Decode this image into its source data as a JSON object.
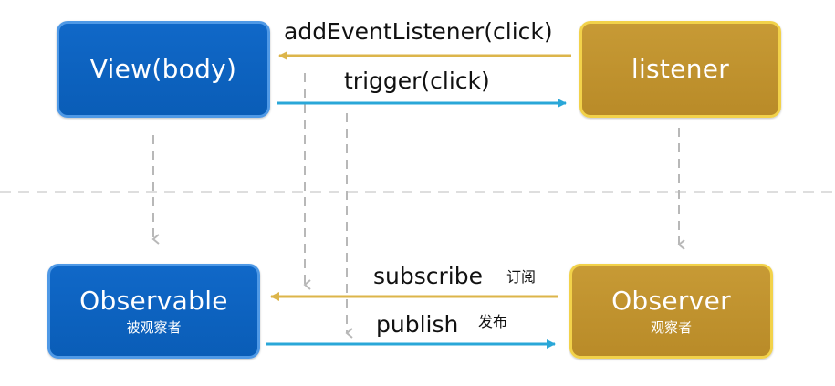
{
  "boxes": {
    "view": {
      "title": "View(body)"
    },
    "listener": {
      "title": "listener"
    },
    "observable": {
      "title": "Observable",
      "subtitle": "被观察者"
    },
    "observer": {
      "title": "Observer",
      "subtitle": "观察者"
    }
  },
  "arrows": {
    "add_event_listener": "addEventListener(click)",
    "trigger": "trigger(click)",
    "subscribe": "subscribe",
    "subscribe_cn": "订阅",
    "publish": "publish",
    "publish_cn": "发布"
  },
  "colors": {
    "blue": "#0a5db7",
    "blue_border": "#4f99e6",
    "gold": "#b98b28",
    "gold_border": "#f2d24a",
    "arrow_gold": "#dcb54a",
    "arrow_blue": "#2aa7d8",
    "dashed_gray": "#b8b8b8"
  }
}
